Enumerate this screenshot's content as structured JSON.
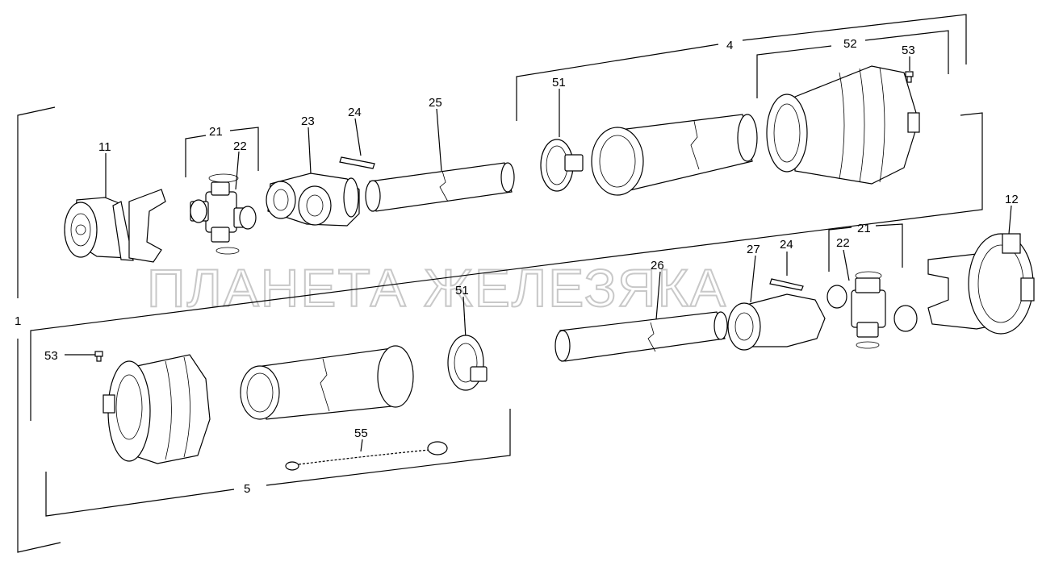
{
  "watermark": "ПЛАНЕТА ЖЕЛЕЗЯКА",
  "callouts": {
    "n1": "1",
    "n4": "4",
    "n5": "5",
    "n11": "11",
    "n12": "12",
    "n21a": "21",
    "n21b": "21",
    "n22a": "22",
    "n22b": "22",
    "n23": "23",
    "n24a": "24",
    "n24b": "24",
    "n25": "25",
    "n26": "26",
    "n27": "27",
    "n51a": "51",
    "n51b": "51",
    "n52": "52",
    "n53a": "53",
    "n53b": "53",
    "n55": "55"
  }
}
